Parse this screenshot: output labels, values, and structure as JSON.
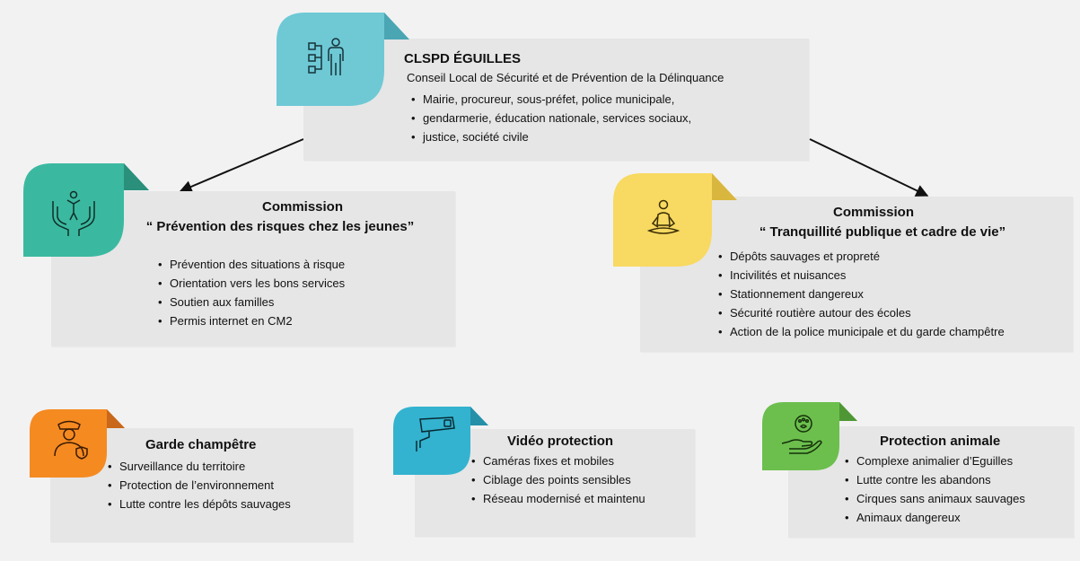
{
  "clspd": {
    "title": "CLSPD ÉGUILLES",
    "subtitle": "Conseil Local de Sécurité et de Prévention de la Délinquance",
    "items": [
      "Mairie, procureur, sous-préfet, police municipale,",
      "gendarmerie, éducation nationale, services sociaux,",
      "justice, société civile"
    ],
    "color": "#6ec9d5",
    "icon": "org-chart-person-icon"
  },
  "jeunes": {
    "line1": "Commission",
    "line2": "“ Prévention des risques chez les  jeunes”",
    "items": [
      "Prévention des situations à risque",
      "Orientation vers les bons services",
      "Soutien aux familles",
      "Permis internet en CM2"
    ],
    "color": "#3bb9a0",
    "icon": "hands-protecting-child-icon"
  },
  "tranquillite": {
    "line1": "Commission",
    "line2": "“ Tranquillité publique et cadre de vie”",
    "items": [
      "Dépôts sauvages et propreté",
      "Incivilités et nuisances",
      "Stationnement dangereux",
      "Sécurité routière autour des écoles",
      "Action de la police municipale et du garde champêtre"
    ],
    "color": "#f8d961",
    "icon": "meditation-person-icon"
  },
  "garde": {
    "title": "Garde champêtre",
    "items": [
      "Surveillance du territoire",
      "Protection de l’environnement",
      "Lutte contre les dépôts sauvages"
    ],
    "color": "#f58a21",
    "icon": "officer-icon"
  },
  "video": {
    "title": "Vidéo protection",
    "items": [
      "Caméras fixes et mobiles",
      "Ciblage des points sensibles",
      "Réseau modernisé et maintenu"
    ],
    "color": "#33b3cf",
    "icon": "cctv-camera-icon"
  },
  "animale": {
    "title": "Protection animale",
    "items": [
      "Complexe animalier d’Eguilles",
      "Lutte contre les abandons",
      "Cirques sans animaux sauvages",
      "Animaux dangereux"
    ],
    "color": "#6cbf4d",
    "icon": "hand-paw-icon"
  }
}
